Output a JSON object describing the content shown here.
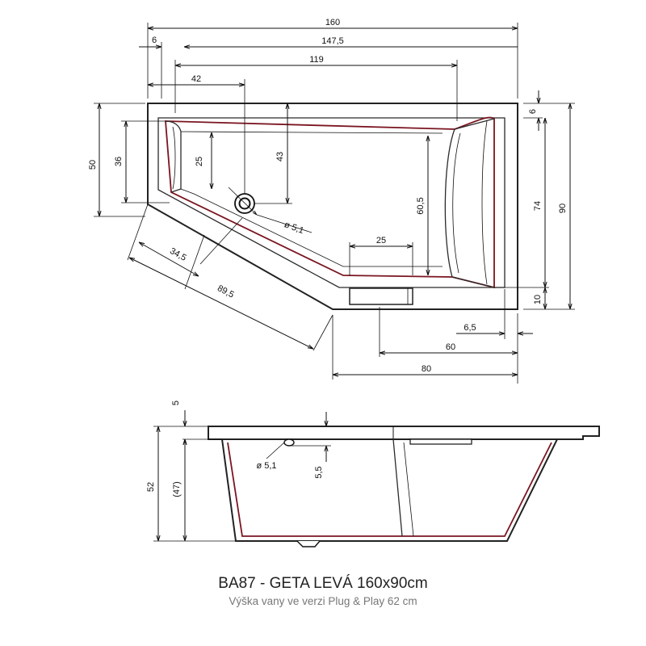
{
  "caption": {
    "title": "BA87 - GETA LEVÁ 160x90cm",
    "subtitle": "Výška vany ve verzi Plug & Play 62 cm"
  },
  "dimensions": {
    "d160": "160",
    "d6_top": "6",
    "d147_5": "147,5",
    "d119": "119",
    "d42": "42",
    "d50": "50",
    "d36": "36",
    "d25_left": "25",
    "d43": "43",
    "d5_1_top": "ø 5,1",
    "d60_5": "60,5",
    "d25_bottom": "25",
    "d34_5": "34,5",
    "d89_5": "89,5",
    "d6_right": "6",
    "d74": "74",
    "d90": "90",
    "d10": "10",
    "d6_5": "6,5",
    "d60": "60",
    "d80": "80",
    "d5_side": "5",
    "d52": "52",
    "d47": "(47)",
    "d5_1_side": "ø 5,1",
    "d5_5": "5,5"
  },
  "colors": {
    "line": "#111111",
    "edge": "#7a1520",
    "subtitle": "#777777"
  }
}
